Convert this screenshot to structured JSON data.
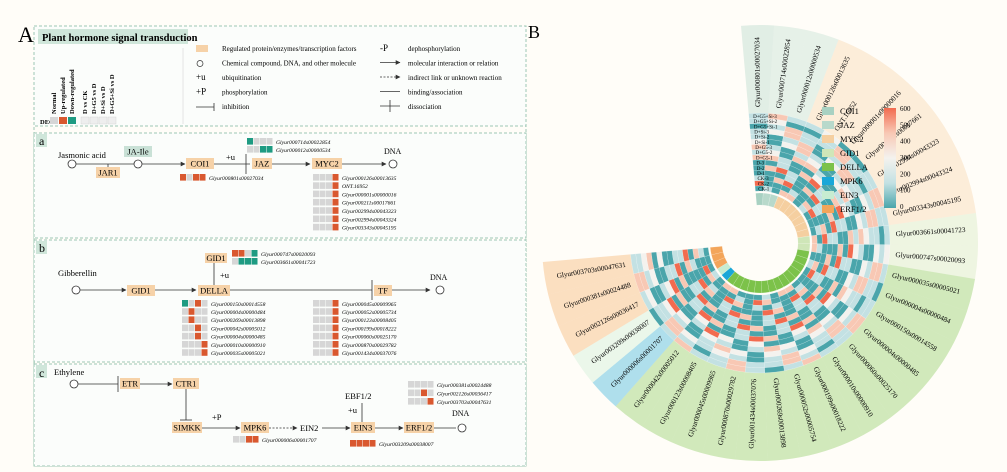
{
  "panel_labels": {
    "a_main": "A",
    "b_main": "B",
    "a": "a",
    "b": "b",
    "c": "c"
  },
  "colors": {
    "panel_border": "#9cc7b4",
    "orange": "#d9582f",
    "teal": "#1e9b82",
    "grey": "#d6d6d6",
    "node_fill": "#f6d2a8",
    "node_fill_teal": "#c9e1d6"
  },
  "legend_a": {
    "title": "Plant hormone signal transduction",
    "deg_columns": [
      "Normal",
      "Up-regulated",
      "Down-regulated",
      "D vs CK",
      "D+G5 vs D",
      "D+Si vs D",
      "D+G5+Si vs D"
    ],
    "degs_label": "DEGs",
    "items_left": [
      {
        "sym": "box",
        "text": "Regulated protein/enzymes/transcription factors"
      },
      {
        "sym": "circle",
        "text": "Chemical compound, DNA, and other molecule"
      },
      {
        "sym": "+u",
        "text": "ubiquitination"
      },
      {
        "sym": "+P",
        "text": "phosphorylation"
      },
      {
        "sym": "inhib",
        "text": "inhibition"
      }
    ],
    "items_right": [
      {
        "sym": "-P",
        "text": "dephosphorylation"
      },
      {
        "sym": "arrow",
        "text": "molecular interaction or relation"
      },
      {
        "sym": "dotted",
        "text": "indirect link or unknown reaction"
      },
      {
        "sym": "line",
        "text": "binding/association"
      },
      {
        "sym": "cross",
        "text": "dissociation"
      }
    ]
  },
  "pathway_a": {
    "nodes": {
      "jasmonic": "Jasmonic acid",
      "jaile": "JA-Ile",
      "jar1": "JAR1",
      "coi1": "COI1",
      "jaz": "JAZ",
      "myc2": "MYC2",
      "dna": "DNA",
      "plus_u": "+u"
    },
    "jaz_genes": [
      {
        "id": "Glyur000714s00022854",
        "cells": [
          "t",
          "g",
          "g",
          "g"
        ]
      },
      {
        "id": "Glyur000012s00000534",
        "cells": [
          "g",
          "g",
          "t",
          "t"
        ]
      }
    ],
    "coi1_genes": [
      {
        "id": "Glyur000801s00027034",
        "cells": [
          "o",
          "g",
          "o",
          "o"
        ]
      }
    ],
    "myc2_genes": [
      {
        "id": "Glyur000126s00013635",
        "cells": [
          "g",
          "g",
          "g",
          "o"
        ]
      },
      {
        "id": "ONT.16952",
        "cells": [
          "g",
          "g",
          "g",
          "o"
        ]
      },
      {
        "id": "Glyur000001s00000016",
        "cells": [
          "g",
          "g",
          "g",
          "o"
        ]
      },
      {
        "id": "Glyur000211s00017661",
        "cells": [
          "g",
          "g",
          "g",
          "o"
        ]
      },
      {
        "id": "Glyur002994s00043323",
        "cells": [
          "g",
          "g",
          "g",
          "o"
        ]
      },
      {
        "id": "Glyur002994s00043324",
        "cells": [
          "g",
          "g",
          "g",
          "o"
        ]
      },
      {
        "id": "Glyur003343s00045195",
        "cells": [
          "g",
          "g",
          "g",
          "o"
        ]
      }
    ]
  },
  "pathway_b": {
    "nodes": {
      "gibberellin": "Gibberellin",
      "gid1": "GID1",
      "gid1_top": "GID1",
      "della": "DELLA",
      "tf": "TF",
      "dna": "DNA",
      "plus_u": "+u"
    },
    "gid1_genes": [
      {
        "id": "Glyur000747s00020093",
        "cells": [
          "o",
          "o",
          "g",
          "t"
        ]
      },
      {
        "id": "Glyur003661s00041723",
        "cells": [
          "g",
          "t",
          "t",
          "t"
        ]
      }
    ],
    "della_genes_left": [
      {
        "id": "Glyur000150s00014558",
        "cells": [
          "t",
          "g",
          "o",
          "g"
        ]
      },
      {
        "id": "Glyur000004s00000484",
        "cells": [
          "g",
          "o",
          "g",
          "g"
        ]
      },
      {
        "id": "Glyur000269s00013898",
        "cells": [
          "g",
          "o",
          "g",
          "g"
        ]
      },
      {
        "id": "Glyur000042s00005012",
        "cells": [
          "g",
          "g",
          "o",
          "g"
        ]
      },
      {
        "id": "Glyur000004s00000485",
        "cells": [
          "g",
          "g",
          "o",
          "g"
        ]
      },
      {
        "id": "Glyur000010s00000910",
        "cells": [
          "g",
          "g",
          "g",
          "o"
        ]
      },
      {
        "id": "Glyur000035s00005021",
        "cells": [
          "g",
          "g",
          "g",
          "o"
        ]
      }
    ],
    "della_genes_right": [
      {
        "id": "Glyur000045s00009965",
        "cells": [
          "g",
          "g",
          "g",
          "o"
        ]
      },
      {
        "id": "Glyur000052s00005734",
        "cells": [
          "g",
          "g",
          "g",
          "o"
        ]
      },
      {
        "id": "Glyur000123s00008405",
        "cells": [
          "g",
          "g",
          "g",
          "o"
        ]
      },
      {
        "id": "Glyur000199s00018222",
        "cells": [
          "g",
          "g",
          "g",
          "o"
        ]
      },
      {
        "id": "Glyur000060s00025170",
        "cells": [
          "g",
          "g",
          "g",
          "o"
        ]
      },
      {
        "id": "Glyur000870s00029782",
        "cells": [
          "g",
          "g",
          "g",
          "o"
        ]
      },
      {
        "id": "Glyur001434s00037076",
        "cells": [
          "g",
          "g",
          "g",
          "o"
        ]
      }
    ]
  },
  "pathway_c": {
    "nodes": {
      "ethylene": "Ethylene",
      "etr": "ETR",
      "ctr1": "CTR1",
      "simkk": "SIMKK",
      "mpk6": "MPK6",
      "ein2": "EIN2",
      "ein3": "EIN3",
      "erf12": "ERF1/2",
      "ebf12": "EBF1/2",
      "dna": "DNA",
      "plus_p": "+P",
      "plus_u": "+u"
    },
    "ebf_genes": [
      {
        "id": "Glyur000381s00024488",
        "cells": [
          "g",
          "g",
          "g",
          "g"
        ]
      },
      {
        "id": "Glyur002126s00036417",
        "cells": [
          "g",
          "g",
          "o",
          "g"
        ]
      },
      {
        "id": "Glyur003703s00047631",
        "cells": [
          "g",
          "g",
          "g",
          "o"
        ]
      }
    ],
    "mpk6_genes": [
      {
        "id": "Glyur000006s00001707",
        "cells": [
          "g",
          "g",
          "o",
          "o"
        ]
      }
    ],
    "ein3_genes": [
      {
        "id": "Glyur003209s00038007",
        "cells": [
          "o",
          "o",
          "o",
          "o"
        ]
      }
    ]
  },
  "circos": {
    "samples": [
      "D+G5+Si-3",
      "D+G5+Si-2",
      "D+G5+Si-1",
      "D+Si-3",
      "D+Si-2",
      "D+Si-1",
      "D+G5-3",
      "D+G5-2",
      "D+G5-1",
      "D-3",
      "D-2",
      "D-1",
      "CK-3",
      "CK-2",
      "CK-1"
    ],
    "genes": [
      {
        "id": "Glyur000801s00027034",
        "group": "COI1"
      },
      {
        "id": "Glyur000714s00022854",
        "group": "JAZ"
      },
      {
        "id": "Glyur000012s00000534",
        "group": "JAZ"
      },
      {
        "id": "Glyur000126s00013635",
        "group": "MYC2"
      },
      {
        "id": "ONT.16952",
        "group": "MYC2"
      },
      {
        "id": "Glyur000001s00000016",
        "group": "MYC2"
      },
      {
        "id": "Glyur000211s00017661",
        "group": "MYC2"
      },
      {
        "id": "Glyur002994s00043323",
        "group": "MYC2"
      },
      {
        "id": "Glyur002994s00043324",
        "group": "MYC2"
      },
      {
        "id": "Glyur003343s00045195",
        "group": "MYC2"
      },
      {
        "id": "Glyur003661s00041723",
        "group": "GID1"
      },
      {
        "id": "Glyur000747s00020093",
        "group": "GID1"
      },
      {
        "id": "Glyur000035s00005021",
        "group": "DELLA"
      },
      {
        "id": "Glyur000004s00000484",
        "group": "DELLA"
      },
      {
        "id": "Glyur000150s00014558",
        "group": "DELLA"
      },
      {
        "id": "Glyur000004s00000485",
        "group": "DELLA"
      },
      {
        "id": "Glyur000060s00025170",
        "group": "DELLA"
      },
      {
        "id": "Glyur000010s00000910",
        "group": "DELLA"
      },
      {
        "id": "Glyur000199s00018222",
        "group": "DELLA"
      },
      {
        "id": "Glyur000052s00005754",
        "group": "DELLA"
      },
      {
        "id": "Glyur000269s00013898",
        "group": "DELLA"
      },
      {
        "id": "Glyur001434s00037076",
        "group": "DELLA"
      },
      {
        "id": "Glyur000870s00029782",
        "group": "DELLA"
      },
      {
        "id": "Glyur000045s00009965",
        "group": "DELLA"
      },
      {
        "id": "Glyur000123s00008405",
        "group": "DELLA"
      },
      {
        "id": "Glyur000042s00005012",
        "group": "DELLA"
      },
      {
        "id": "Glyur000006s00001707",
        "group": "MPK6"
      },
      {
        "id": "Glyur003209s00038007",
        "group": "EIN3"
      },
      {
        "id": "Glyur002126s00036417",
        "group": "ERF1/2"
      },
      {
        "id": "Glyur000381s00024488",
        "group": "ERF1/2"
      },
      {
        "id": "Glyur003703s00047631",
        "group": "ERF1/2"
      }
    ],
    "legend": [
      {
        "name": "COI1",
        "color": "#a8d1c2"
      },
      {
        "name": "JAZ",
        "color": "#b8d9cb"
      },
      {
        "name": "MYC2",
        "color": "#f5cfa0"
      },
      {
        "name": "GID1",
        "color": "#cfe6b8"
      },
      {
        "name": "DELLA",
        "color": "#7cc24a"
      },
      {
        "name": "MPK6",
        "color": "#1aa7d8"
      },
      {
        "name": "EIN3",
        "color": "#c7ecd1"
      },
      {
        "name": "ERF1/2",
        "color": "#f3a55a"
      }
    ],
    "colorbar": {
      "ticks": [
        "600",
        "500",
        "400",
        "300",
        "200",
        "100",
        "0"
      ],
      "stops": [
        "#f26b4f",
        "#f8c8b4",
        "#f4f2ee",
        "#c3e1e3",
        "#4aa5ab"
      ]
    }
  }
}
